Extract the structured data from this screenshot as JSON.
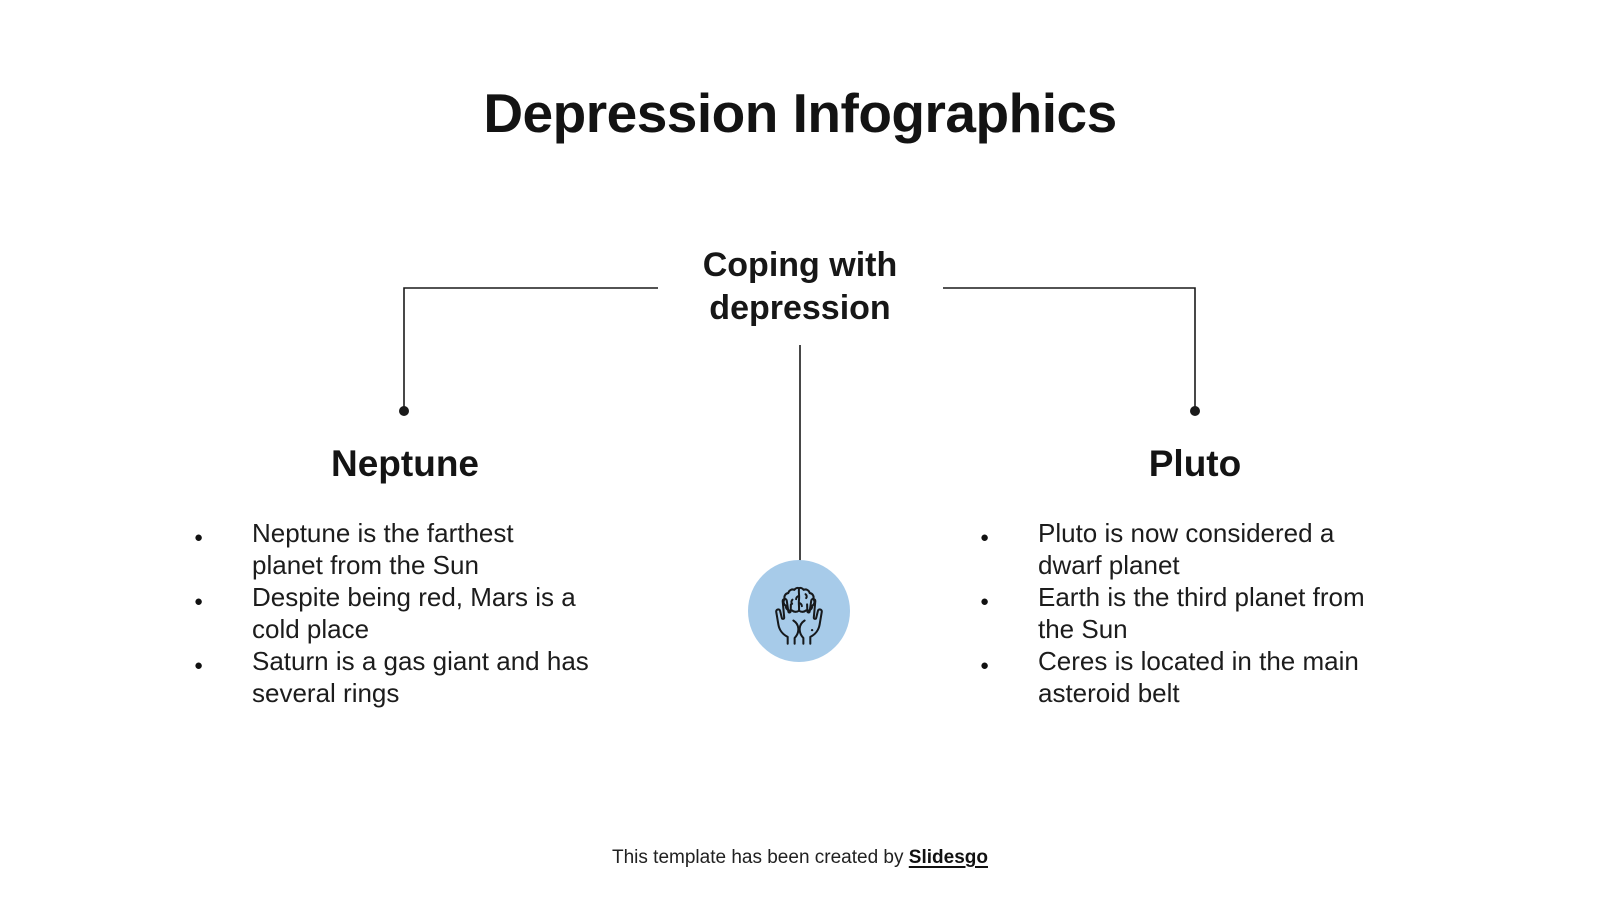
{
  "slide": {
    "background": "#ffffff",
    "text_color": "#1b1b1b",
    "title": "Depression Infographics"
  },
  "diagram": {
    "root_label": "Coping with\ndepression",
    "bullet_char": "●",
    "connector_color": "#1a1a1a",
    "center_icon": {
      "name": "hands-holding-brain",
      "circle_color": "#a7cbe9",
      "line_color": "#16191c"
    },
    "branches": [
      {
        "heading": "Neptune",
        "bullets": [
          "Neptune is the farthest\nplanet from the Sun",
          "Despite being red, Mars is a\ncold place",
          "Saturn is a gas giant and has\nseveral rings"
        ]
      },
      {
        "heading": "Pluto",
        "bullets": [
          "Pluto is now considered a\ndwarf planet",
          "Earth is the third planet from\nthe Sun",
          "Ceres is located in the main\nasteroid belt"
        ]
      }
    ]
  },
  "footer": {
    "prefix": "This template has been created by ",
    "brand": "Slidesgo"
  }
}
